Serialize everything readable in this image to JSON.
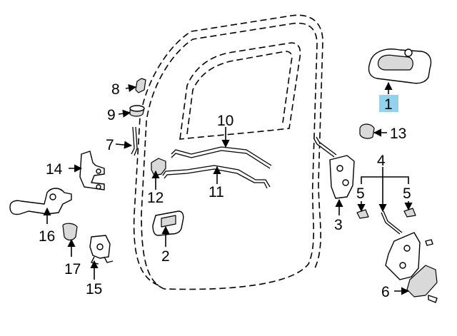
{
  "diagram": {
    "callouts": [
      {
        "id": "1",
        "text": "1",
        "highlighted": true
      },
      {
        "id": "2",
        "text": "2"
      },
      {
        "id": "3",
        "text": "3"
      },
      {
        "id": "4",
        "text": "4"
      },
      {
        "id": "5a",
        "text": "5"
      },
      {
        "id": "5b",
        "text": "5"
      },
      {
        "id": "6",
        "text": "6"
      },
      {
        "id": "7",
        "text": "7"
      },
      {
        "id": "8",
        "text": "8"
      },
      {
        "id": "9",
        "text": "9"
      },
      {
        "id": "10",
        "text": "10"
      },
      {
        "id": "11",
        "text": "11"
      },
      {
        "id": "12",
        "text": "12"
      },
      {
        "id": "13",
        "text": "13"
      },
      {
        "id": "14",
        "text": "14"
      },
      {
        "id": "15",
        "text": "15"
      },
      {
        "id": "16",
        "text": "16"
      },
      {
        "id": "17",
        "text": "17"
      }
    ],
    "colors": {
      "highlight": "#8fd3f0",
      "ink": "#000000",
      "background": "#ffffff"
    }
  }
}
